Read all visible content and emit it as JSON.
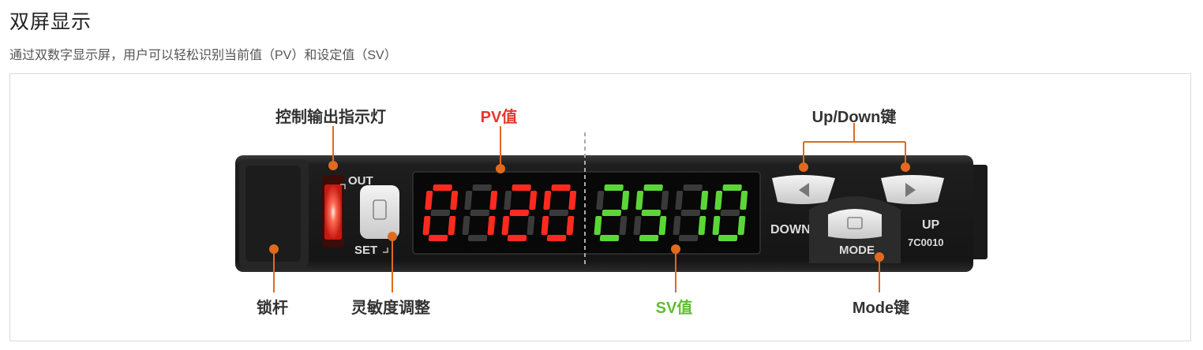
{
  "page": {
    "title": "双屏显示",
    "subtitle": "通过双数字显示屏，用户可以轻松识别当前值（PV）和设定值（SV）"
  },
  "figure": {
    "callouts": {
      "output_indicator": "控制输出指示灯",
      "pv_value": "PV值",
      "up_down_keys": "Up/Down键",
      "lock_lever": "锁杆",
      "sensitivity": "灵敏度调整",
      "sv_value": "SV值",
      "mode_key": "Mode键"
    },
    "device": {
      "out_label": "OUT",
      "set_label": "SET",
      "down_label": "DOWN",
      "up_label": "UP",
      "mode_label": "MODE",
      "model": "7C0010",
      "pv_digits": "0120",
      "sv_digits": "2510"
    },
    "colors": {
      "pv": "#ff2a1f",
      "sv": "#5bd638",
      "accent_line": "#e06a1e",
      "segment_off": "#3a3a3a"
    }
  }
}
